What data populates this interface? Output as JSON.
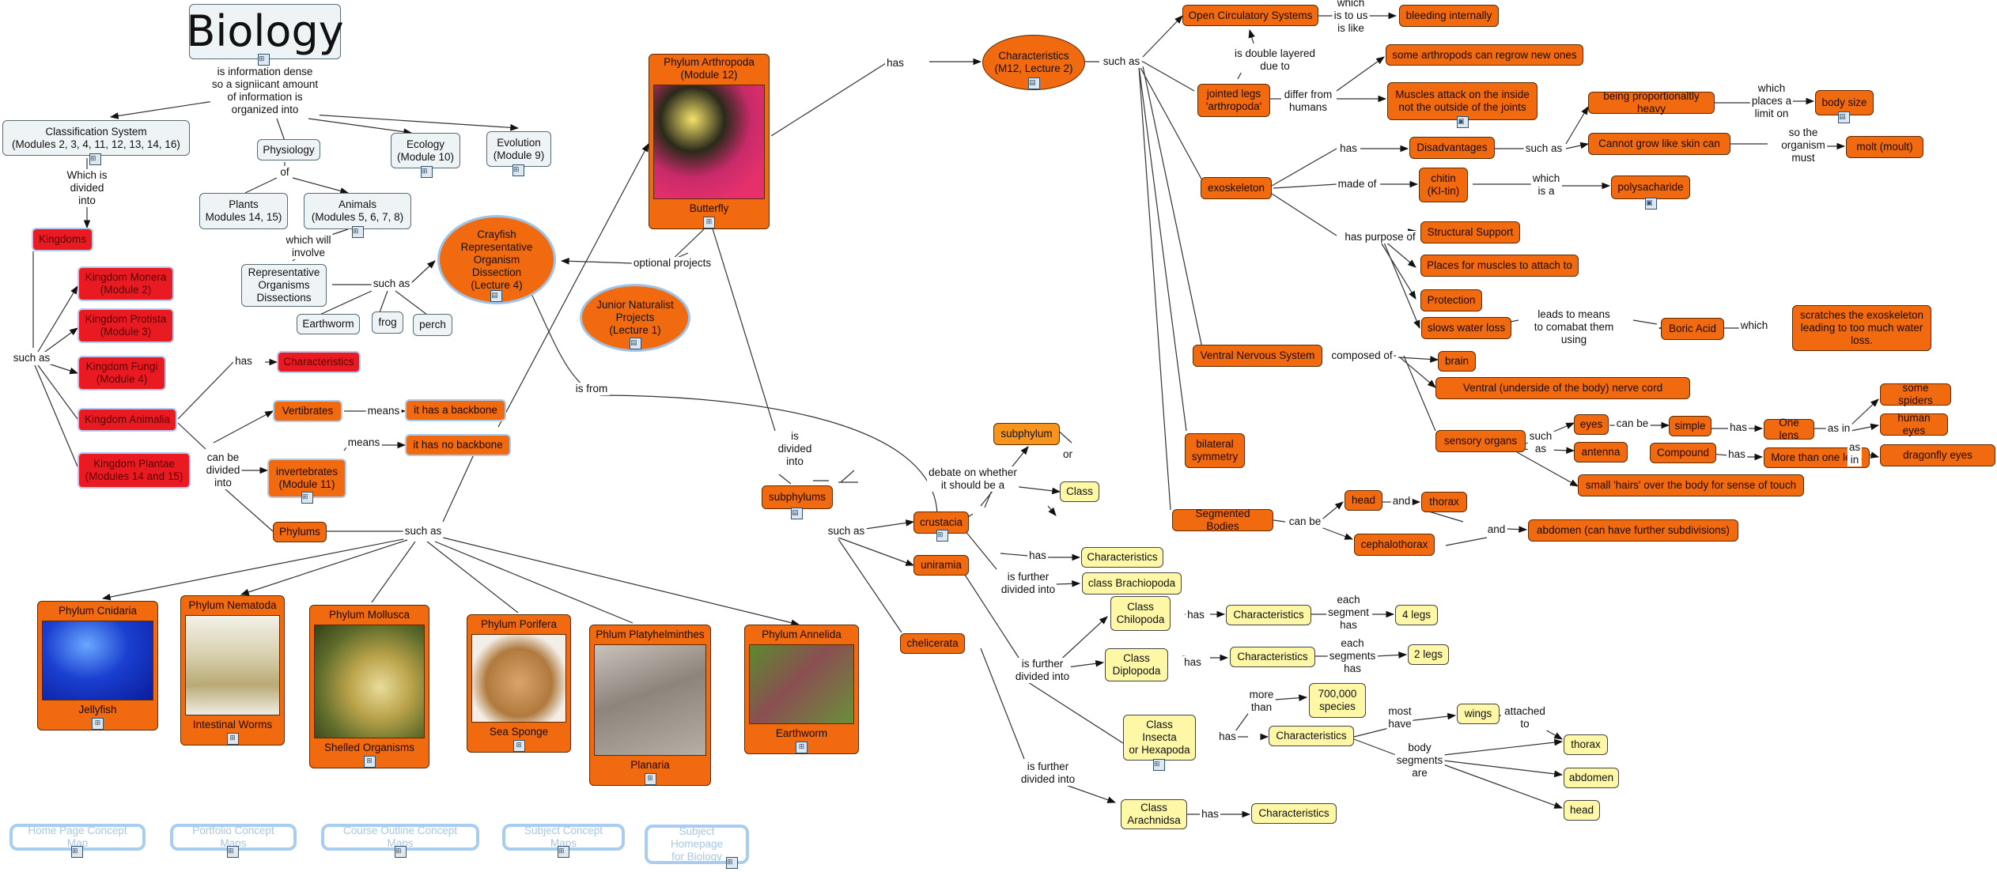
{
  "nodes": {
    "biology": "Biology",
    "classification": "Classification System\n(Modules 2, 3, 4, 11, 12, 13, 14, 16)",
    "physiology": "Physiology",
    "ecology": "Ecology\n(Module 10)",
    "evolution": "Evolution\n(Module 9)",
    "plants": "Plants\nModules 14, 15)",
    "animals": "Animals\n(Modules 5, 6, 7, 8)",
    "rep_organisms": "Representative\nOrganisms\nDissections",
    "earthworm": "Earthworm",
    "frog": "frog",
    "perch": "perch",
    "crayfish": "Crayfish\nRepresentative\nOrganism\nDissection\n(Lecture 4)",
    "junior": "Junior Naturalist\nProjects\n(Lecture 1)",
    "kingdoms": "Kingdoms",
    "monera": "Kingdom Monera\n(Module 2)",
    "protista": "Kingdom Protista\n(Module 3)",
    "fungi": "Kingdom Fungi\n(Module 4)",
    "animalia": "Kingdom Animalia",
    "plantae": "Kingdom Plantae\n(Modules 14 and 15)",
    "characteristics_red": "Characteristics",
    "vertibrates": "Vertibrates",
    "invertebrates": "invertebrates\n(Module 11)",
    "phylums": "Phylums",
    "backbone": "it has a backbone",
    "no_backbone": "it has no backbone",
    "arthropoda": "Phylum Arthropoda\n(Module 12)",
    "butterfly": "Butterfly",
    "characteristics_m12": "Characteristics\n(M12, Lecture 2)",
    "open_circ": "Open Circulatory Systems",
    "bleeding": "bleeding internally",
    "jointed_legs": "jointed legs\n'arthropoda'",
    "regrow": "some arthropods can regrow new ones",
    "muscles_attack": "Muscles attack on the inside\nnot the outside of the joints",
    "exoskeleton": "exoskeleton",
    "disadvantages": "Disadvantages",
    "heavy": "being  proportionaltly heavy",
    "body_size": "body size",
    "cannot_grow": "Cannot grow like skin can",
    "molt": "molt (moult)",
    "chitin": "chitin\n(KI-tin)",
    "polysacharide": "polysacharide",
    "structural": "Structural Support",
    "places_muscles": "Places for muscles to attach to",
    "protection": "Protection",
    "slows_water": "slows water loss",
    "boric": "Boric Acid",
    "scratches": "scratches the exoskeleton\nleading to too much water\nloss.",
    "ventral_ns": "Ventral Nervous System",
    "brain": "brain",
    "ventral_cord": "Ventral (underside of the body) nerve cord",
    "sensory": "sensory organs",
    "eyes": "eyes",
    "antenna": "antenna",
    "simple": "simple",
    "compound": "Compound",
    "one_lens": "One lens",
    "more_lens": "More than one lens",
    "spiders": "some spiders",
    "human_eyes": "human eyes",
    "dragonfly": "dragonfly eyes",
    "hairs": "small 'hairs' over the body for sense of touch",
    "bilateral": "bilateral\nsymmetry",
    "segmented": "Segmented Bodies",
    "head_o": "head",
    "thorax_o": "thorax",
    "cephalothorax": "cephalothorax",
    "abdomen_o": "abdomen (can have further subdivisions)",
    "subphylum_top": "subphylum",
    "class_top": "Class",
    "subphylums": "subphylums",
    "crustacia": "crustacia",
    "uniramia": "uniramia",
    "chelicerata": "chelicerata",
    "characteristics_y1": "Characteristics",
    "brachiopoda": "class Brachiopoda",
    "chilopoda": "Class\nChilopoda",
    "diplopoda": "Class\nDiplopoda",
    "insecta": "Class\nInsecta\nor Hexapoda",
    "arachnidsa": "Class\nArachnidsa",
    "char_chilo": "Characteristics",
    "char_diplo": "Characteristics",
    "char_insecta": "Characteristics",
    "char_arach": "Characteristics",
    "four_legs": "4 legs",
    "two_legs": "2 legs",
    "species": "700,000\nspecies",
    "wings": "wings",
    "thorax_y": "thorax",
    "abdomen_y": "abdomen",
    "head_y": "head",
    "cnidaria": "Phylum Cnidaria",
    "jellyfish": "Jellyfish",
    "nematoda": "Phylum Nematoda",
    "worms": "Intestinal Worms",
    "mollusca": "Phylum Mollusca",
    "shelled": "Shelled Organisms",
    "porifera": "Phylum Porifera",
    "sponge": "Sea Sponge",
    "platy": "Phlum Platyhelminthes",
    "planaria": "Planaria",
    "annelida": "Phylum Annelida",
    "earthworm2": "Earthworm"
  },
  "links": {
    "home": "Home Page Concept Map",
    "portfolio": "Portfolio Concept Maps",
    "course": "Course Outline Concept Maps",
    "subject": "Subject Concept Maps",
    "subject_home": "Subject Homepage\nfor Biology"
  },
  "labels": {
    "info_dense": "is information dense\nso a signiicant amount\nof information is\norganized into",
    "which_divided": "Which is\ndivided\ninto",
    "of": "of",
    "which_involve": "which will\ninvolve",
    "such_as_rep": "such as",
    "optional": "optional projects",
    "such_as_k": "such as",
    "has_char": "has",
    "can_divided": "can be\ndivided\ninto",
    "means1": "means",
    "means2": "means",
    "such_as_ph": "such as",
    "is_from": "is from",
    "has_arth": "has",
    "such_as_c": "such as",
    "which_is_us": "which\nis to us\nis like",
    "double_layered": "is double layered\ndue to",
    "differ": "differ from\nhumans",
    "has_disadv": "has",
    "such_as_d": "such as",
    "which_places": "which\nplaces a\nlimit on",
    "so_organism": "so the\norganism\nmust",
    "made_of": "made of",
    "which_is_a": "which\nis a",
    "has_purpose": "has purpose of",
    "leads_to": "leads to means\nto comabat them\nusing",
    "which_b": "which",
    "composed": "composed of",
    "such_as_s": "such\nas",
    "can_be_e": "can be",
    "has_one": "has",
    "has_more": "has",
    "as_in1": "as in",
    "as_in2": "as\nin",
    "can_be_s": "can be",
    "and1": "and",
    "and2": "and",
    "is_divided": "is\ndivided\ninto",
    "debate": "debate on whether\nit should be a",
    "or": "or",
    "such_as_sub": "such as",
    "has_cr": "has",
    "further1": "is further\ndivided into",
    "further2": "is further\ndivided into",
    "further3": "is further\ndivided into",
    "has_chilo": "has",
    "each_seg": "each\nsegment\nhas",
    "has_diplo": "has",
    "each_segs": "each\nsegments\nhas",
    "more_than": "more\nthan",
    "has_ins": "has",
    "most_have": "most\nhave",
    "attached": "attached\nto",
    "body_seg": "body\nsegments\nare",
    "has_arach": "has"
  },
  "icon_names": [
    "concept-map-link-icon",
    "document-icon",
    "image-icon"
  ]
}
